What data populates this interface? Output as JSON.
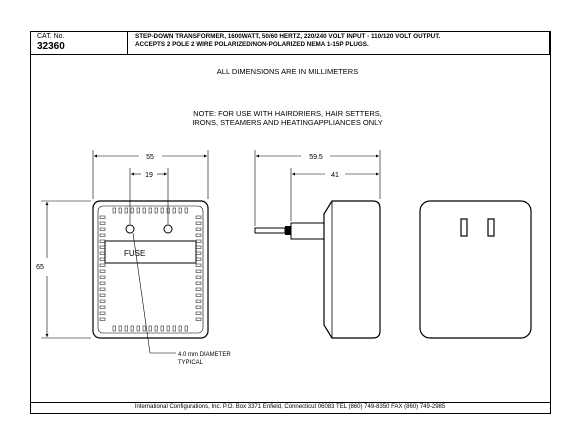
{
  "title_block": {
    "cat_label": "CAT. No.",
    "cat_number": "32360",
    "description_line1": "STEP-DOWN TRANSFORMER, 1600WATT, 50/60 HERTZ, 220/240 VOLT INPUT - 110/120 VOLT OUTPUT.",
    "description_line2": "ACCEPTS 2 POLE 2 WIRE POLARIZED/NON-POLARIZED NEMA 1-15P PLUGS."
  },
  "notes": {
    "dimensions": "ALL DIMENSIONS ARE IN MILLIMETERS",
    "use_line1": "NOTE: FOR USE WITH HAIRDRIERS, HAIR SETTERS,",
    "use_line2": "IRONS, STEAMERS AND HEATINGAPPLIANCES ONLY"
  },
  "front_view": {
    "width_dim": "55",
    "hole_spacing_dim": "19",
    "height_dim": "65",
    "fuse_label": "FUSE",
    "callout_line1": "4.0 mm DIAMETER",
    "callout_line2": "TYPICAL"
  },
  "side_view": {
    "overall_length_dim": "59.5",
    "body_length_dim": "41"
  },
  "footer": {
    "text": "International Configurations, Inc.  P.O. Box 3371  Enfield, Connecticut 06083  TEL (860) 749-8350  FAX (860) 749-2985"
  }
}
